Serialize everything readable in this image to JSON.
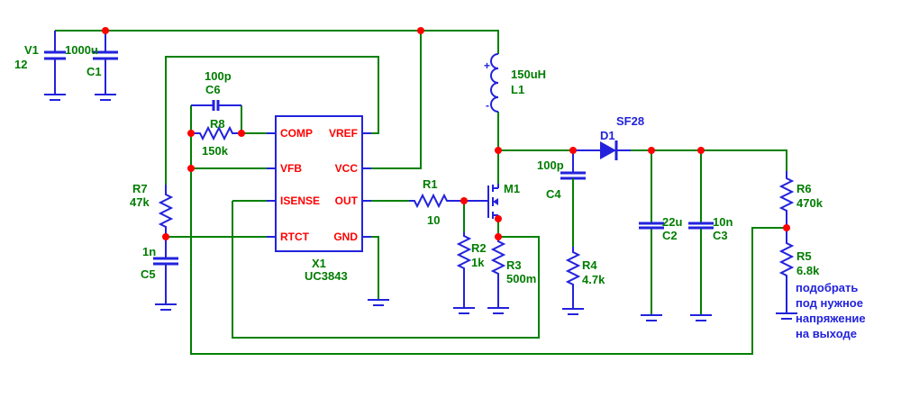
{
  "schematic": {
    "colors": {
      "wire_green": "#008000",
      "component_blue": "#2222dd",
      "junction_red": "#ff0000",
      "pin_text_red": "#ff0000",
      "label_green": "#007d00",
      "annotation_blue": "#2222dd",
      "background": "#ffffff"
    },
    "components": {
      "v1": {
        "name": "V1",
        "value": "12"
      },
      "c1": {
        "name": "C1",
        "value": "1000u"
      },
      "c6": {
        "name": "C6",
        "value": "100p"
      },
      "r8": {
        "name": "R8",
        "value": "150k"
      },
      "r7": {
        "name": "R7",
        "value": "47k"
      },
      "c5": {
        "name": "C5",
        "value": "1n"
      },
      "x1": {
        "name": "X1",
        "value": "UC3843",
        "pins_left": [
          "COMP",
          "VFB",
          "ISENSE",
          "RTCT"
        ],
        "pins_right": [
          "VREF",
          "VCC",
          "OUT",
          "GND"
        ]
      },
      "l1": {
        "name": "L1",
        "value": "150uH",
        "polarity_plus": "+",
        "polarity_minus": "-"
      },
      "r1": {
        "name": "R1",
        "value": "10"
      },
      "m1": {
        "name": "M1"
      },
      "r2": {
        "name": "R2",
        "value": "1k"
      },
      "r3": {
        "name": "R3",
        "value": "500m"
      },
      "c4": {
        "name": "C4",
        "value": "100p"
      },
      "d1": {
        "name": "D1",
        "value": "SF28"
      },
      "r4": {
        "name": "R4",
        "value": "4.7k"
      },
      "c2": {
        "name": "C2",
        "value": "22u"
      },
      "c3": {
        "name": "C3",
        "value": "10n"
      },
      "r6": {
        "name": "R6",
        "value": "470k"
      },
      "r5": {
        "name": "R5",
        "value": "6.8k"
      }
    },
    "annotation": {
      "lines": [
        "подобрать",
        "под нужное",
        "напряжение",
        "на выходе"
      ]
    }
  }
}
